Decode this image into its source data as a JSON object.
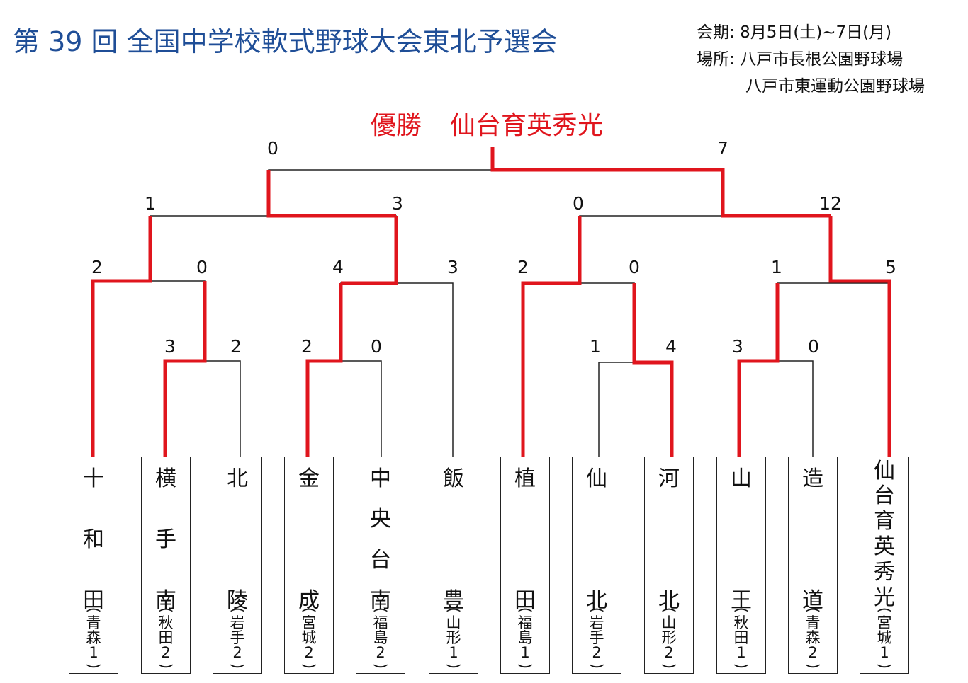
{
  "title": "第 39 回  全国中学校軟式野球大会東北予選会",
  "info": {
    "period_label": "会期:",
    "period": "8月5日(土)~7日(月)",
    "venue_label": "場所:",
    "venues": [
      "八戸市長根公園野球場",
      "八戸市東運動公園野球場"
    ]
  },
  "champion": {
    "label": "優勝",
    "team": "仙台育英秀光"
  },
  "colors": {
    "title": "#1f4e97",
    "winner_line": "#e0151d",
    "line": "#222222"
  },
  "teams": [
    {
      "name": [
        "十",
        "和",
        "田"
      ],
      "pref": [
        "青",
        "森",
        "1"
      ]
    },
    {
      "name": [
        "横",
        "手",
        "南"
      ],
      "pref": [
        "秋",
        "田",
        "2"
      ]
    },
    {
      "name": [
        "北",
        "陵"
      ],
      "pref": [
        "岩",
        "手",
        "2"
      ]
    },
    {
      "name": [
        "金",
        "成"
      ],
      "pref": [
        "宮",
        "城",
        "2"
      ]
    },
    {
      "name": [
        "中",
        "央",
        "台",
        "南"
      ],
      "pref": [
        "福",
        "島",
        "2"
      ]
    },
    {
      "name": [
        "飯",
        "豊"
      ],
      "pref": [
        "山",
        "形",
        "1"
      ]
    },
    {
      "name": [
        "植",
        "田"
      ],
      "pref": [
        "福",
        "島",
        "1"
      ]
    },
    {
      "name": [
        "仙",
        "北"
      ],
      "pref": [
        "岩",
        "手",
        "2"
      ]
    },
    {
      "name": [
        "河",
        "北"
      ],
      "pref": [
        "山",
        "形",
        "2"
      ]
    },
    {
      "name": [
        "山",
        "王"
      ],
      "pref": [
        "秋",
        "田",
        "1"
      ]
    },
    {
      "name": [
        "造",
        "道"
      ],
      "pref": [
        "青",
        "森",
        "2"
      ]
    },
    {
      "name": [
        "仙",
        "台",
        "育",
        "英",
        "秀",
        "光"
      ],
      "pref": [
        "宮",
        "城",
        "1"
      ]
    }
  ],
  "scores": {
    "final": [
      "0",
      "7"
    ],
    "semi_left": [
      "1",
      "3"
    ],
    "semi_right": [
      "0",
      "12"
    ],
    "qf": [
      "2",
      "0",
      "4",
      "3",
      "2",
      "0",
      "1",
      "5"
    ],
    "r1": [
      "3",
      "2",
      "2",
      "0",
      "1",
      "4",
      "3",
      "0"
    ]
  }
}
